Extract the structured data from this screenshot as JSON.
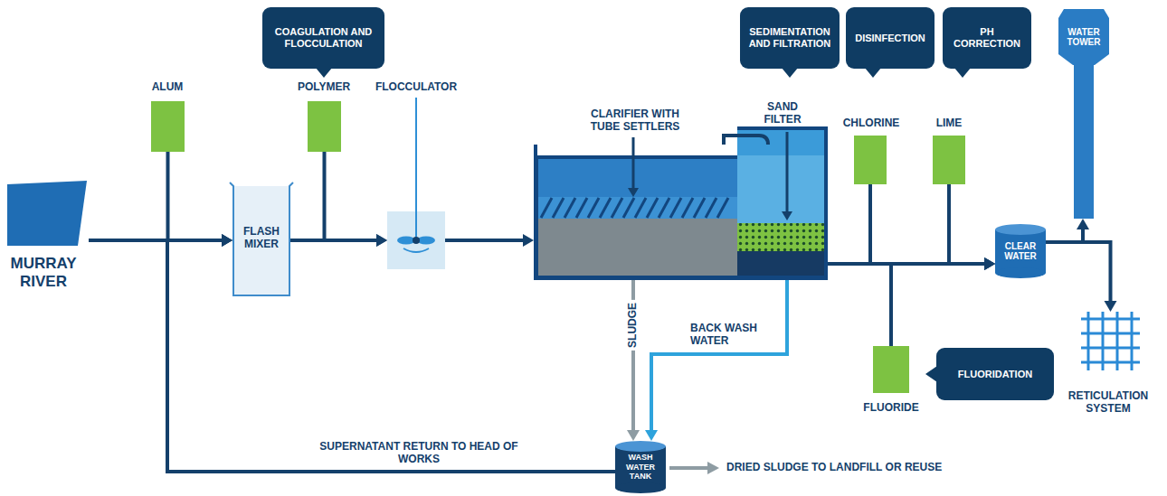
{
  "diagram": {
    "nodes": [
      {
        "text": [
          "MURRAY RIVER"
        ]
      },
      {
        "text": [
          "ALUM"
        ]
      },
      {
        "text": [
          "COAGULATION AND FLOCCULATION"
        ]
      },
      {
        "text": [
          "FLASH MIXER"
        ]
      },
      {
        "text": [
          "POLYMER"
        ]
      },
      {
        "text": [
          "FLOCCULATOR"
        ]
      },
      {
        "text": [
          "CLARIFIER WITH TUBE SETTLERS"
        ]
      },
      {
        "text": [
          "SEDIMENTATION AND FILTRATION"
        ]
      },
      {
        "text": [
          "SAND FILTER"
        ]
      },
      {
        "text": [
          "DISINFECTION"
        ]
      },
      {
        "text": [
          "CHLORINE"
        ]
      },
      {
        "text": [
          "PH CORRECTION"
        ]
      },
      {
        "text": [
          "LIME"
        ]
      },
      {
        "text": [
          "WATER TOWER"
        ]
      },
      {
        "text": [
          "CLEAR WATER"
        ]
      },
      {
        "text": [
          "WASH WATER TANK"
        ]
      },
      {
        "text": [
          "FLUORIDE"
        ]
      },
      {
        "text": [
          "FLUORIDATION"
        ]
      },
      {
        "text": [
          "RETICULATION SYSTEM"
        ]
      }
    ],
    "edges": [
      {
        "from": 0,
        "to": 3,
        "arrow": "to"
      },
      {
        "from": 1,
        "to": 3,
        "arrow": "to"
      },
      {
        "from": 4,
        "to": 5,
        "arrow": "to"
      },
      {
        "from": 3,
        "to": 5,
        "arrow": "to"
      },
      {
        "from": 5,
        "to": 6,
        "arrow": "to"
      },
      {
        "from": 6,
        "to": 8,
        "arrow": "none"
      },
      {
        "from": 8,
        "to": 14,
        "arrow": "to"
      },
      {
        "from": 10,
        "to": 14,
        "arrow": "to"
      },
      {
        "from": 12,
        "to": 14,
        "arrow": "to"
      },
      {
        "from": 16,
        "to": 14,
        "arrow": "to"
      },
      {
        "from": 14,
        "to": 13,
        "arrow": "to"
      },
      {
        "from": 14,
        "to": 18,
        "arrow": "to"
      },
      {
        "from": 6,
        "to": 15,
        "label": "SLUDGE",
        "arrow": "to"
      },
      {
        "from": 8,
        "to": 15,
        "label": "BACK WASH WATER",
        "arrow": "to"
      },
      {
        "from": 15,
        "to": 3,
        "label": "SUPERNATANT RETURN TO HEAD OF WORKS",
        "arrow": "to"
      }
    ],
    "labels": [
      "DRIED SLUDGE TO LANDFILL OR REUSE"
    ]
  }
}
